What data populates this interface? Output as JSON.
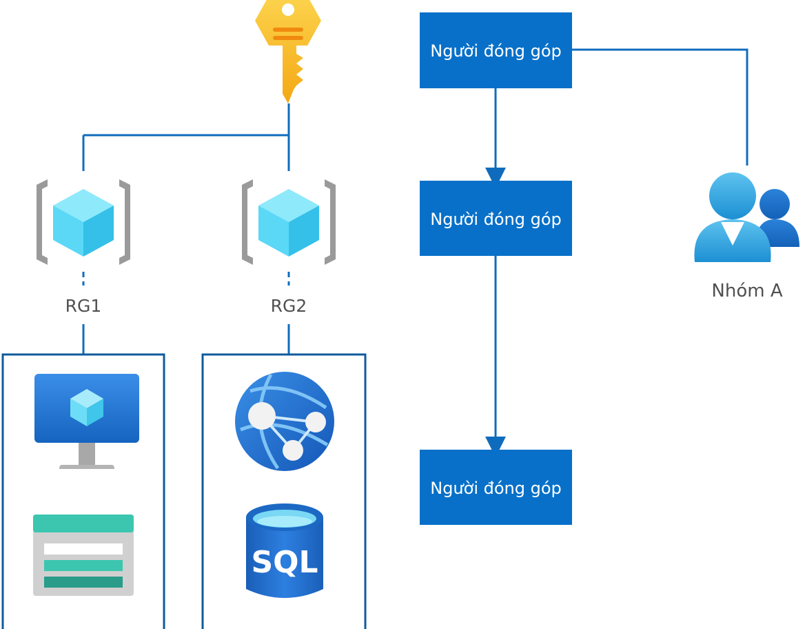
{
  "resource_groups": [
    {
      "label": "RG1",
      "resources": [
        "virtual-machine-icon",
        "storage-account-icon"
      ]
    },
    {
      "label": "RG2",
      "resources": [
        "web-app-icon",
        "sql-database-icon"
      ]
    }
  ],
  "key_icon": "key-icon",
  "contributors": [
    {
      "label": "Người đóng góp"
    },
    {
      "label": "Người đóng góp"
    },
    {
      "label": "Người đóng góp"
    }
  ],
  "group": {
    "label": "Nhóm A",
    "icon": "user-group-icon"
  },
  "sql_label": "SQL",
  "colors": {
    "line": "#0f6cbd",
    "box": "#0870c8",
    "rg_bracket": "#8e8e8e",
    "cube": "#50d4f5"
  }
}
